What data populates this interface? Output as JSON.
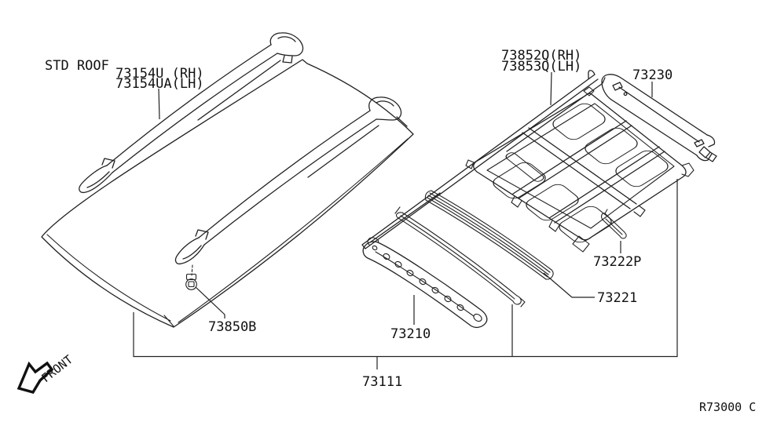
{
  "diagram": {
    "section_label": "STD ROOF",
    "front_label": "FRONT",
    "ref_code": "R73000 C",
    "colors": {
      "background": "#ffffff",
      "line": "#222222",
      "text": "#111111"
    }
  },
  "labels": {
    "rack_rail_rh": "73154U (RH)",
    "rack_rail_lh": "73154UA(LH)",
    "side_rail_rh": "73852Q(RH)",
    "side_rail_lh": "73853Q(LH)",
    "rear_rail": "73230",
    "small_bracket": "73222P",
    "roof_bow": "73221",
    "front_rail": "73210",
    "grommet": "73850B",
    "roof_panel_assembly": "73111"
  }
}
